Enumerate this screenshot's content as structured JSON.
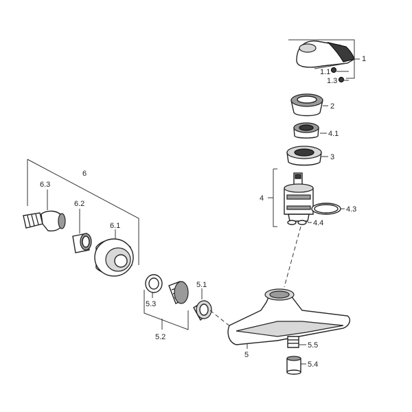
{
  "labels": {
    "l1": "1",
    "l1_1": "1.1",
    "l1_3": "1.3",
    "l2": "2",
    "l4_1": "4.1",
    "l3": "3",
    "l4": "4",
    "l4_3": "4.3",
    "l4_4": "4.4",
    "l6": "6",
    "l6_3": "6.3",
    "l6_2": "6.2",
    "l6_1": "6.1",
    "l5_1": "5.1",
    "l5_3": "5.3",
    "l5_2": "5.2",
    "l5_5": "5.5",
    "l5": "5",
    "l5_4": "5.4"
  }
}
